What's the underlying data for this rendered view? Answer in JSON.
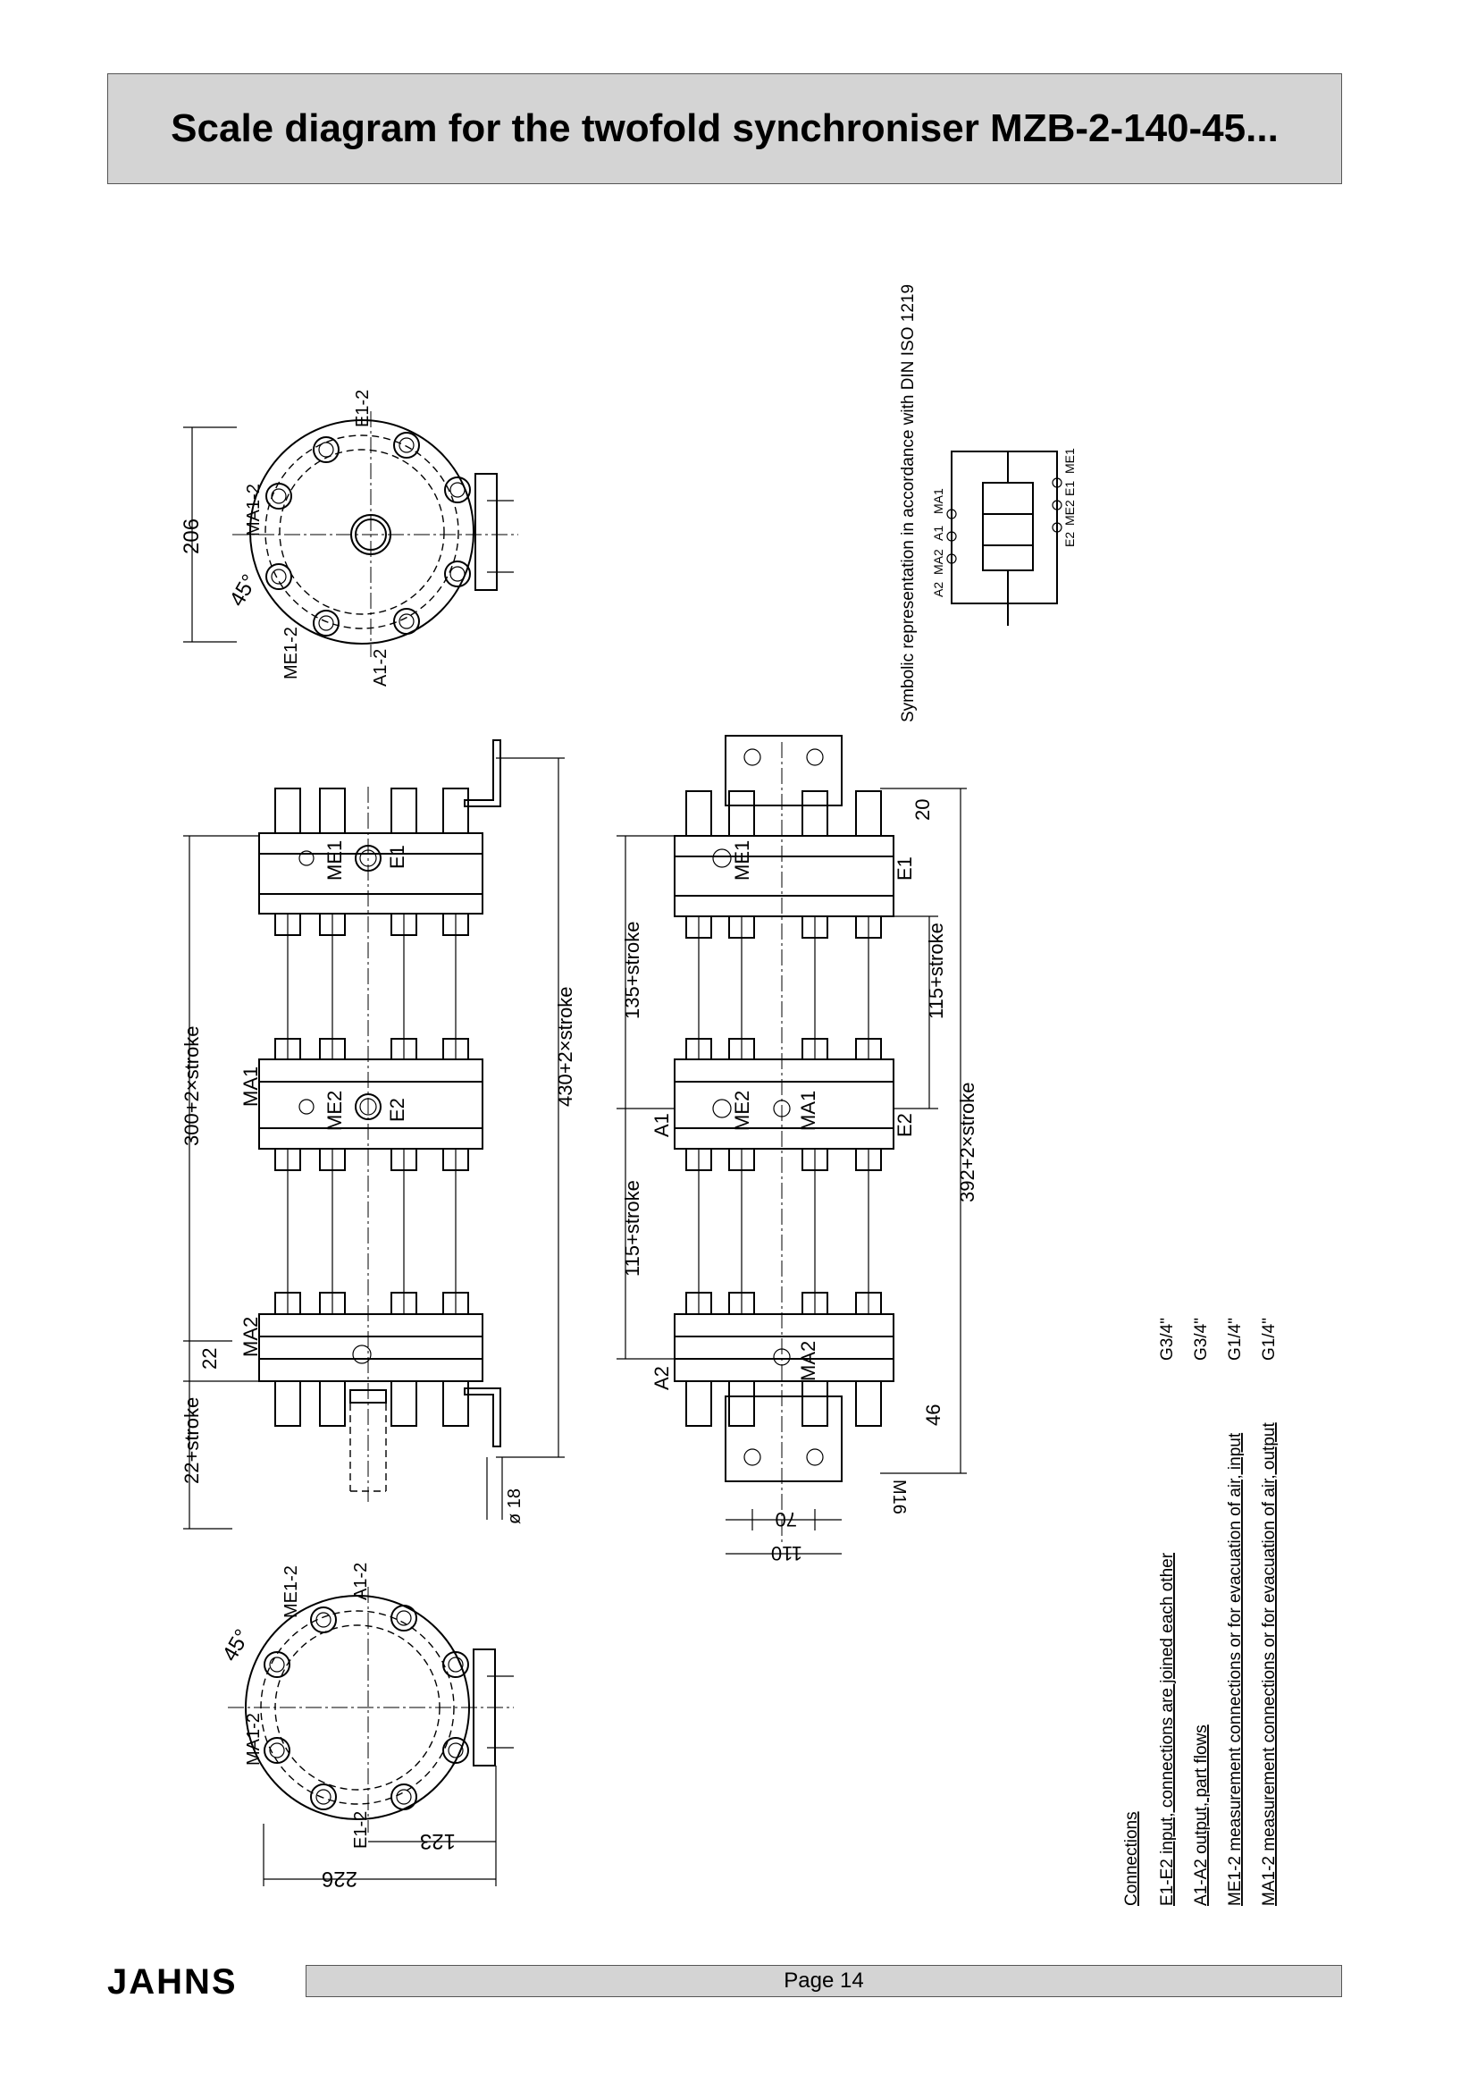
{
  "header": {
    "title": "Scale diagram for the twofold synchroniser MZB-2-140-45..."
  },
  "footer": {
    "brand": "JAHNS",
    "page": "Page 14"
  },
  "symbolic": {
    "caption": "Symbolic representation in accordance with DIN ISO 1219",
    "ports": [
      "A2",
      "MA2",
      "A1",
      "MA1",
      "E2",
      "ME2",
      "E1",
      "ME1"
    ]
  },
  "top_view": {
    "labels": {
      "e12": "E1-2",
      "ma12": "MA1-2",
      "me12": "ME1-2",
      "a12": "A1-2",
      "angle": "45°"
    },
    "dim_206": "206"
  },
  "bottom_view": {
    "labels": {
      "me12": "ME1-2",
      "a12": "A1-2",
      "ma12": "MA1-2",
      "e12": "E1-2",
      "angle": "45°"
    },
    "dim_226": "226",
    "dim_123": "123"
  },
  "left_view": {
    "labels": {
      "me1": "ME1",
      "e1": "E1",
      "ma1": "MA1",
      "me2": "ME2",
      "e2": "E2",
      "ma2": "MA2"
    },
    "dims": {
      "d300": "300+2×stroke",
      "d22": "22",
      "d22s": "22+stroke",
      "d430": "430+2×stroke",
      "d18": "ø 18"
    }
  },
  "right_view": {
    "labels": {
      "me1": "ME1",
      "e1": "E1",
      "a1": "A1",
      "me2": "ME2",
      "ma1": "MA1",
      "e2": "E2",
      "a2": "A2",
      "ma2": "MA2"
    },
    "dims": {
      "d135": "135+stroke",
      "d115a": "115+stroke",
      "d115b": "115+stroke",
      "d392": "392+2×stroke",
      "d20": "20",
      "d46": "46",
      "d70": "70",
      "d110": "110",
      "m16": "M16"
    }
  },
  "connections": {
    "heading": "Connections",
    "rows": [
      {
        "text": "E1-E2 input, connections are joined each other",
        "size": "G3/4\""
      },
      {
        "text": "A1-A2 output, part flows",
        "size": "G3/4\""
      },
      {
        "text": "ME1-2 measurement connections or for evacuation of air, input",
        "size": "G1/4\""
      },
      {
        "text": "MA1-2 measurement connections or for evacuation of air, output",
        "size": "G1/4\""
      }
    ]
  }
}
